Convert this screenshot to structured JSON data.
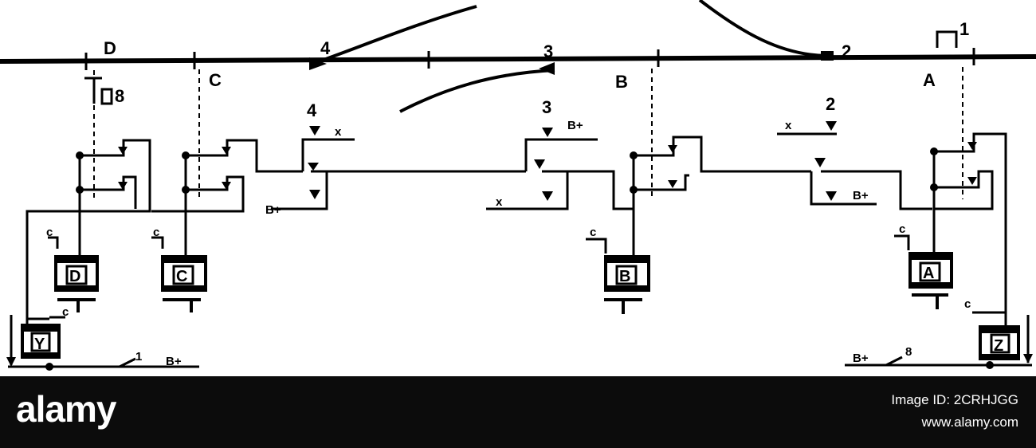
{
  "diagram": {
    "track_labels": [
      "D",
      "C",
      "B",
      "A",
      "1",
      "2",
      "3",
      "4",
      "8"
    ],
    "relay_labels": [
      "D",
      "C",
      "B",
      "A",
      "Y",
      "Z"
    ],
    "switch_labels": [
      "4",
      "x",
      "B+",
      "3",
      "B+",
      "x",
      "2",
      "x",
      "B+"
    ],
    "common_label": "c",
    "bottom_left": {
      "num": "1",
      "text": "B+"
    },
    "bottom_right": {
      "num": "8",
      "text": "B+"
    }
  },
  "watermark": {
    "brand": "alamy",
    "image_id": "Image ID: 2CRHJGG",
    "site": "www.alamy.com"
  }
}
